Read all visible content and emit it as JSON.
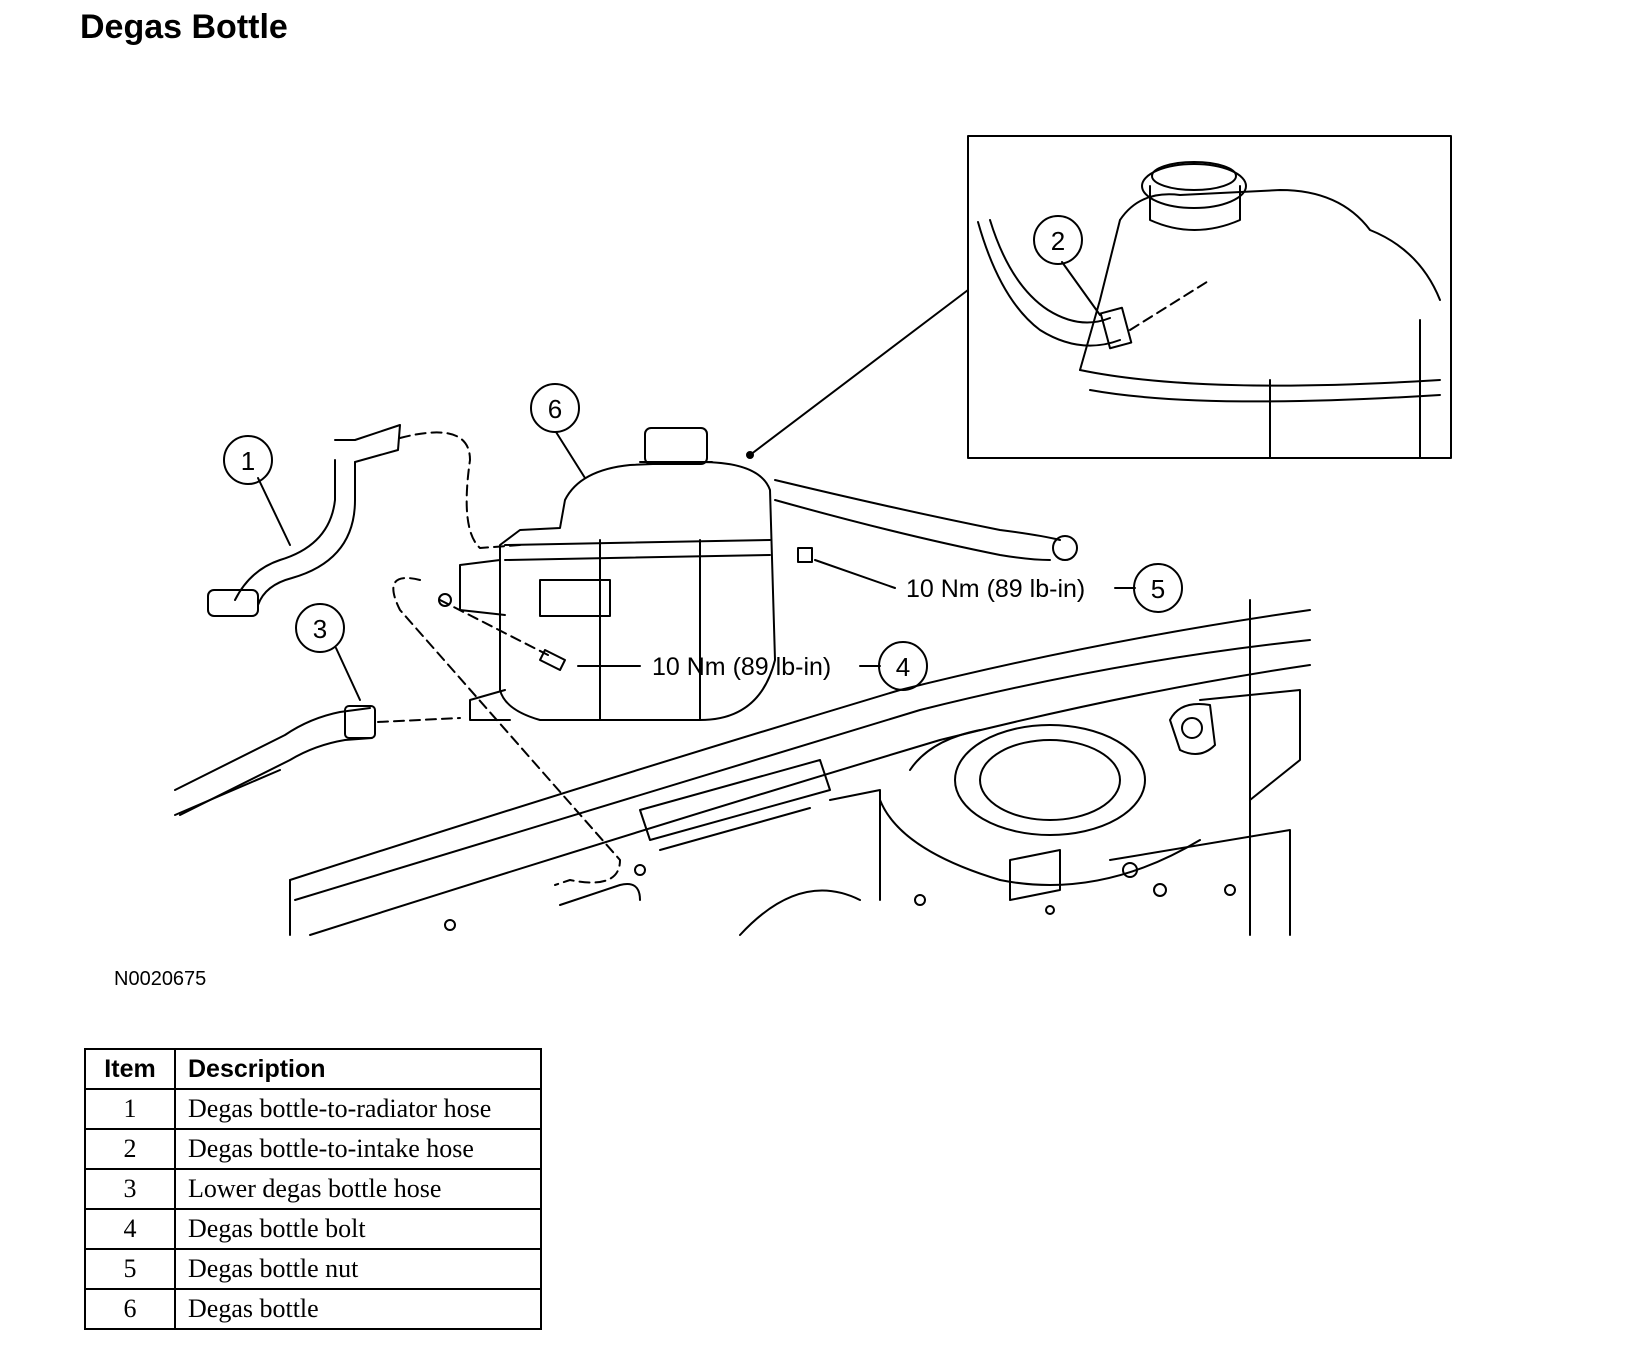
{
  "title": "Degas Bottle",
  "figure_id": "N0020675",
  "callouts": [
    {
      "number": "1"
    },
    {
      "number": "2"
    },
    {
      "number": "3"
    },
    {
      "number": "4",
      "torque": "10 Nm (89 lb-in)"
    },
    {
      "number": "5",
      "torque": "10 Nm (89 lb-in)"
    },
    {
      "number": "6"
    }
  ],
  "table": {
    "headers": [
      "Item",
      "Description"
    ],
    "rows": [
      {
        "item": "1",
        "description": "Degas bottle-to-radiator hose"
      },
      {
        "item": "2",
        "description": "Degas bottle-to-intake hose"
      },
      {
        "item": "3",
        "description": "Lower degas bottle hose"
      },
      {
        "item": "4",
        "description": "Degas bottle bolt"
      },
      {
        "item": "5",
        "description": "Degas bottle nut"
      },
      {
        "item": "6",
        "description": "Degas bottle"
      }
    ]
  }
}
